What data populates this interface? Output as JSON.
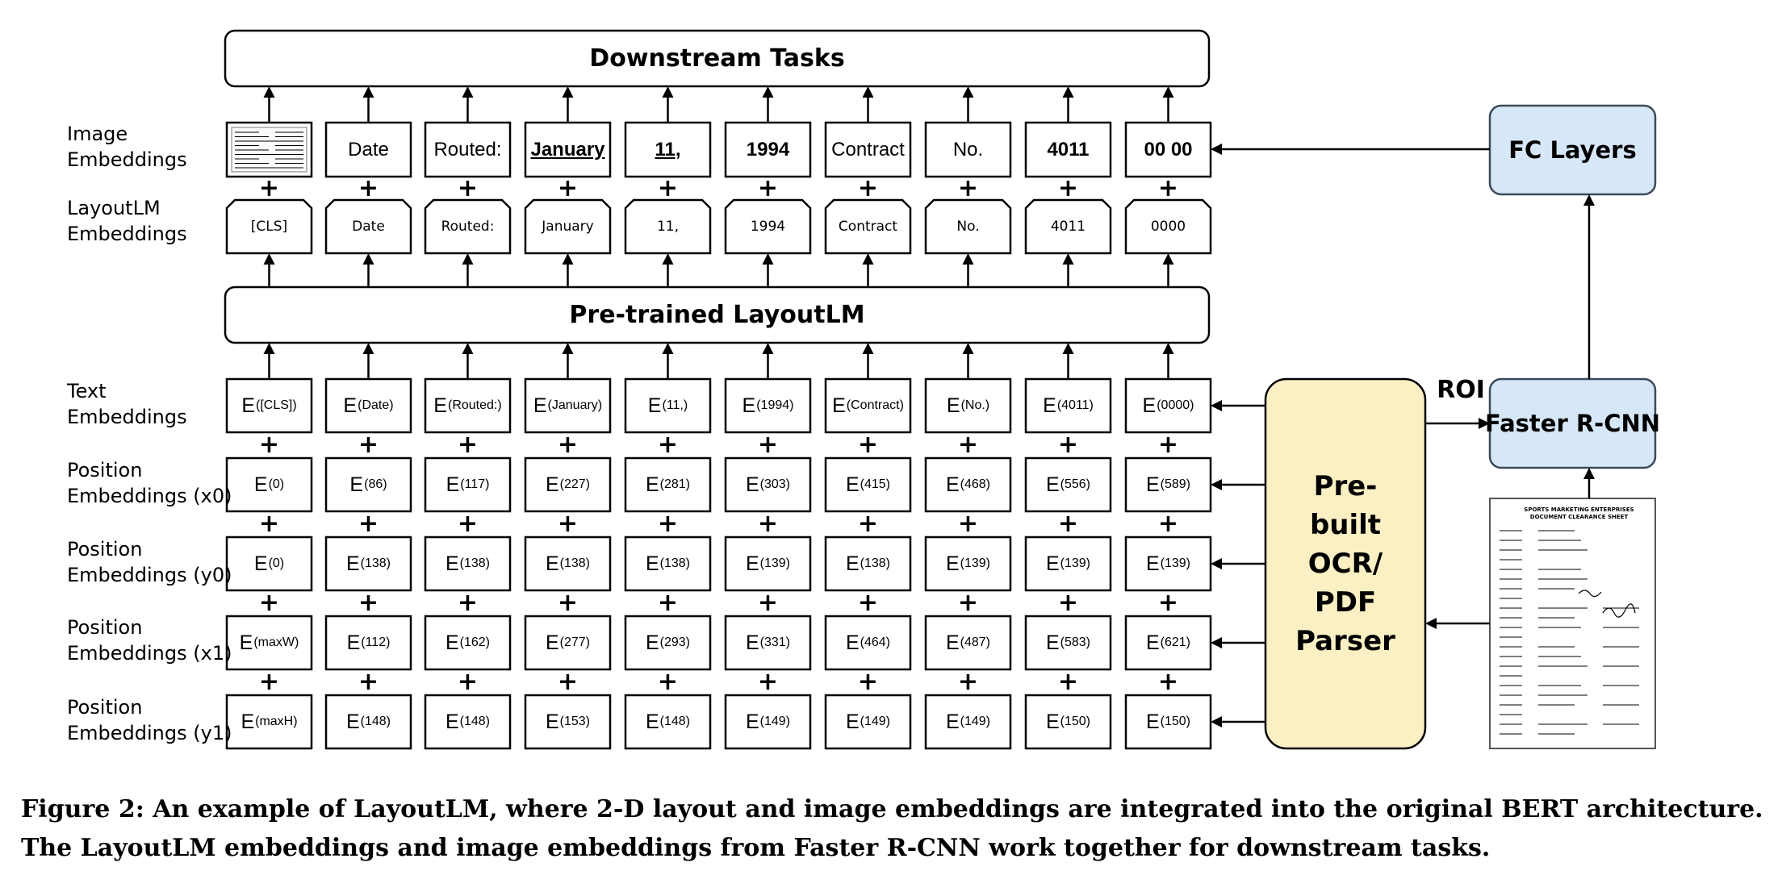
{
  "headers": {
    "downstream": "Downstream Tasks",
    "pretrained": "Pre-trained LayoutLM",
    "fc_layers": "FC Layers",
    "faster_rcnn": "Faster R-CNN",
    "parser": "Pre-built OCR/ PDF Parser",
    "roi": "ROI"
  },
  "row_labels": {
    "image": [
      "Image",
      "Embeddings"
    ],
    "layoutlm": [
      "LayoutLM",
      "Embeddings"
    ],
    "text": [
      "Text",
      "Embeddings"
    ],
    "pos_x0": [
      "Position",
      "Embeddings (x0)"
    ],
    "pos_y0": [
      "Position",
      "Embeddings (y0)"
    ],
    "pos_x1": [
      "Position",
      "Embeddings (x1)"
    ],
    "pos_y1": [
      "Position",
      "Embeddings (y1)"
    ]
  },
  "image_tokens": [
    "",
    "Date",
    "Routed:",
    "January",
    "11,",
    "1994",
    "Contract",
    "No.",
    "4011",
    "00 00"
  ],
  "layoutlm_tokens": [
    "[CLS]",
    "Date",
    "Routed:",
    "January",
    "11,",
    "1994",
    "Contract",
    "No.",
    "4011",
    "0000"
  ],
  "text_embeddings": [
    "([CLS])",
    "(Date)",
    "(Routed:)",
    "(January)",
    "(11,)",
    "(1994)",
    "(Contract)",
    "(No.)",
    "(4011)",
    "(0000)"
  ],
  "pos_x0": [
    "(0)",
    "(86)",
    "(117)",
    "(227)",
    "(281)",
    "(303)",
    "(415)",
    "(468)",
    "(556)",
    "(589)"
  ],
  "pos_y0": [
    "(0)",
    "(138)",
    "(138)",
    "(138)",
    "(138)",
    "(139)",
    "(138)",
    "(139)",
    "(139)",
    "(139)"
  ],
  "pos_x1": [
    "(maxW)",
    "(112)",
    "(162)",
    "(277)",
    "(293)",
    "(331)",
    "(464)",
    "(487)",
    "(583)",
    "(621)"
  ],
  "pos_y1": [
    "(maxH)",
    "(148)",
    "(148)",
    "(153)",
    "(148)",
    "(149)",
    "(149)",
    "(149)",
    "(150)",
    "(150)"
  ],
  "plus_sign": "+",
  "embedding_letter": "E",
  "document_thumbnail": {
    "title_lines": [
      "SPORTS MARKETING ENTERPRISES",
      "DOCUMENT CLEARANCE SHEET"
    ]
  },
  "caption": [
    "Figure 2: An example of LayoutLM, where 2-D layout and image embeddings are integrated into the original BERT architecture.",
    "The LayoutLM embeddings and image embeddings from Faster R-CNN work together for downstream tasks."
  ],
  "colors": {
    "fc_fill": "#d6e7f7",
    "fc_stroke": "#3b4a5a",
    "parser_fill": "#fbf0c4",
    "line": "#000000"
  }
}
